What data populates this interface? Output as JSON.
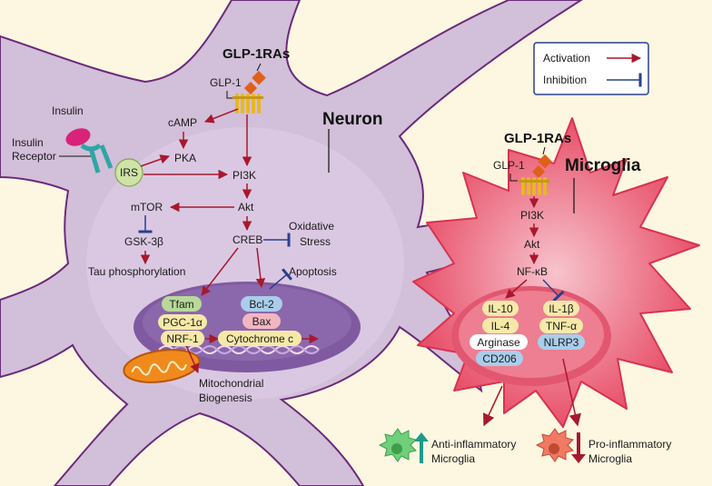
{
  "legend": {
    "activation": "Activation",
    "inhibition": "Inhibition",
    "activation_color": "#a8182e",
    "inhibition_color": "#2a3f8f"
  },
  "neuron": {
    "title": "Neuron",
    "glp1ras": "GLP-1RAs",
    "glp1": "GLP-1",
    "insulin": "Insulin",
    "insulin_receptor_1": "Insulin",
    "insulin_receptor_2": "Receptor",
    "irs": "IRS",
    "camp": "cAMP",
    "pka": "PKA",
    "pi3k": "PI3K",
    "akt": "Akt",
    "mtor": "mTOR",
    "gsk3b": "GSK-3β",
    "tau": "Tau phosphorylation",
    "creb": "CREB",
    "oxidative_1": "Oxidative",
    "oxidative_2": "Stress",
    "apoptosis": "Apoptosis",
    "tfam": "Tfam",
    "pgc1a": "PGC-1α",
    "nrf1": "NRF-1",
    "bcl2": "Bcl-2",
    "bax": "Bax",
    "cytochrome": "Cytochrome c",
    "mito_1": "Mitochondrial",
    "mito_2": "Biogenesis"
  },
  "microglia": {
    "title": "Microglia",
    "glp1ras": "GLP-1RAs",
    "glp1": "GLP-1",
    "pi3k": "PI3K",
    "akt": "Akt",
    "nfkb": "NF-κB",
    "il10": "IL-10",
    "il4": "IL-4",
    "arginase": "Arginase",
    "cd206": "CD206",
    "il1b": "IL-1β",
    "tnfa": "TNF-α",
    "nlrp3": "NLRP3",
    "anti_1": "Anti-inflammatory",
    "anti_2": "Microglia",
    "pro_1": "Pro-inflammatory",
    "pro_2": "Microglia"
  },
  "colors": {
    "background": "#fdf7e1",
    "neuron_body": "#d2bfd9",
    "neuron_outline": "#6b2a7a",
    "nucleus": "#7f5aa0",
    "microglia_body": "#e8506a",
    "microglia_inner": "#f1a0ae",
    "pill_green": "#b8d99a",
    "pill_yellow": "#f6e9a8",
    "pill_blue": "#a9cdea",
    "pill_pink": "#f2b6c1",
    "pill_white": "#ffffff"
  }
}
